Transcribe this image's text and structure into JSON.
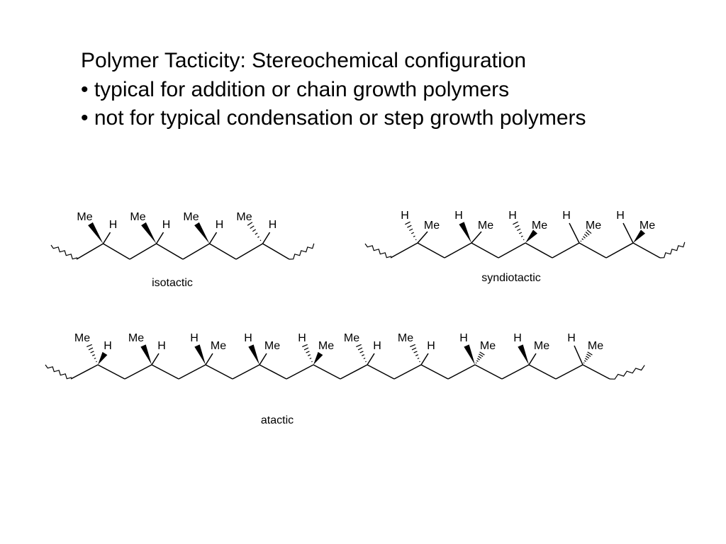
{
  "slide": {
    "title": "Polymer Tacticity: Stereochemical configuration",
    "bullets": [
      "• typical for addition or chain growth polymers",
      "• not for typical condensation or step growth polymers"
    ]
  },
  "atoms": {
    "methyl": "Me",
    "hydrogen": "H"
  },
  "structures": [
    {
      "caption": "isotactic",
      "stereocenters": [
        {
          "me": "wedge",
          "h": "plain"
        },
        {
          "me": "wedge",
          "h": "plain"
        },
        {
          "me": "wedge",
          "h": "plain"
        },
        {
          "me": "dash",
          "h": "plain"
        }
      ]
    },
    {
      "caption": "syndiotactic",
      "stereocenters": [
        {
          "h": "dash",
          "me": "plain"
        },
        {
          "h": "wedge",
          "me": "plain"
        },
        {
          "h": "dash",
          "me": "wedge"
        },
        {
          "h": "plain",
          "me": "dash"
        },
        {
          "h": "plain",
          "me": "wedge"
        }
      ]
    },
    {
      "caption": "atactic",
      "stereocenters": [
        {
          "left": "Me",
          "right": "H",
          "left_bond": "dash",
          "right_bond": "wedge"
        },
        {
          "left": "Me",
          "right": "H",
          "left_bond": "wedge",
          "right_bond": "plain"
        },
        {
          "left": "H",
          "right": "Me",
          "left_bond": "wedge",
          "right_bond": "plain"
        },
        {
          "left": "H",
          "right": "Me",
          "left_bond": "wedge",
          "right_bond": "plain"
        },
        {
          "left": "H",
          "right": "Me",
          "left_bond": "dash",
          "right_bond": "wedge"
        },
        {
          "left": "Me",
          "right": "H",
          "left_bond": "dash",
          "right_bond": "plain"
        },
        {
          "left": "Me",
          "right": "H",
          "left_bond": "dash",
          "right_bond": "plain"
        },
        {
          "left": "H",
          "right": "Me",
          "left_bond": "wedge",
          "right_bond": "dash"
        },
        {
          "left": "H",
          "right": "Me",
          "left_bond": "wedge",
          "right_bond": "plain"
        },
        {
          "left": "H",
          "right": "Me",
          "left_bond": "plain",
          "right_bond": "dash"
        }
      ]
    }
  ]
}
